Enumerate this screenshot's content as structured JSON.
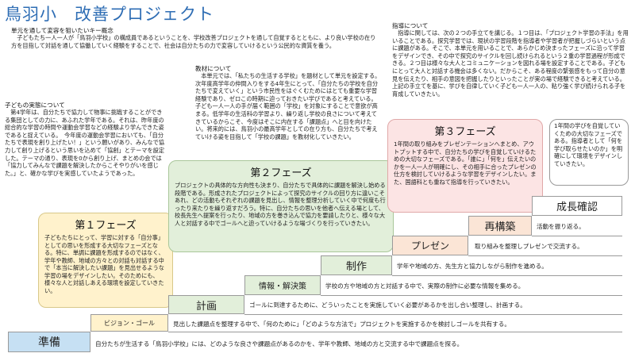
{
  "title": "鳥羽小　改善プロジェクト",
  "concept": {
    "heading": "単元を通して変容を狙いたいキー概念",
    "text": "子どもたち一人一人が「鳥羽小学校」の構成員であるということを、学校改善プロジェクトを通して自覚するとともに、より良い学校の在り方を目指して対話を通して協働していく経験をすることで、社会は自分たちの力で変容していけるという公民的な資質を養う。"
  },
  "children": {
    "heading": "子どもの実態について",
    "text": "第4学年は、自分たちで協力して物事に挑戦することができる集団としての力に、あふれた学年である。それは、昨年度の総合的な学習の時間や運動会学習などの経験より学んできた姿であると捉えている。　今年度の運動会学習においても、「自分たちで表現を創り上げたい！」という願いがあり、みんなで協力して創り上げるという思いを込めて「協創」とテーマを設定した。テーマの通り、表現を0から創り上げ、まとめの会では「協力してみんなで課題を解決したからこそやりがいを感じた。」と、確かな学びを実感していたようであった。"
  },
  "material": {
    "heading": "教材について",
    "text": "本単元では、「私たちの生活する学校」を題材として単元を設定する。次年度高学年の仲間入りをする4年生にとって、「自分たちの学校を自分たちで変えていく」という市民性をはぐくむためにはとても重要な学習経験であり、ゼロこの時期に迫っておきたい学びであると考えている。子ども一人一人の手が届く範囲の「学校」を対象にすることで意欲が高まる。低学年の生活科の学習より、繰り返し学校の良さについて考えてきているからこそ、今度はそこに内在する「課題点」へと目を向けたい。将来的には、鳥羽小の最高学年としての在り方も、自分たちで考えていける姿を目指して「学校の課題」を教材化していきたい。"
  },
  "guidance": {
    "heading": "指導について",
    "text": "指導に関しては、次の２つの手立てを講じる。１つ目は、「プロジェクト学習の手法」を用いることである。探究学習では、現状の学習段階を指導者や学習者が把握しづらいという点に課題がある。そこで、本単元を用いることで、あらかじめ決まったフェーズに沿って学習をデザインでき、その中で探究のサイクルを回し続けられるという２重の学習過程が形成できる。２つ目は様々な大人とコミュニケーションを図れる場を設定することである。子どもにとって大人と対話する機会は多くない。だからこそ、ある程度の緊張感をもって自分の意見を伝えたり、相手の意図を把握したりといったことが実の場で経験できると考えている。上記の手立てを基に、学びを自律していく子ども一人一人の、粘り強く学び続けられる子を育成していきたい。"
  },
  "phase1": {
    "title": "第１フェーズ",
    "text": "子どもたちにとって、学習に対する「自分事」としての思いを形成する大切なフェーズとなる。特に、単調に課題を形成するのではなく、学年や教師、地域の方々との対話も対話する中で「本当に解決したい課題」を見出せるような学習の場をデザインしたい。そのためにも、様々な人と対話しあえる環境を設定していきたい。"
  },
  "phase2": {
    "title": "第２フェーズ",
    "text": "プロジェクトの具体的な方向性も決まり、自分たちで具体的に課題を解決し始める段階である。形成されたプロジェクトによって探究のサイクルの回り方に違いこそあれ、どの活動もそれぞれの課題を見出し、情報を整理分析していく中で何度も行ったり来たりを繰り返すだろう。特に、自分たちの思いを他者へ伝える場として、校長先生へ提案を行ったり、地域の方を巻き込んで協力を要請したりと、様々な大人と対話する中でゴールへと迫っていけるような場づくりを行っていきたい。"
  },
  "phase3": {
    "title": "第３フェーズ",
    "text": "1年間の取り組みをプレゼンテーションへまとめ、アウトプットする中で、自分たちの学びを自覚していけるための大切なフェーズである。「誰に」「何を」伝えたいのかを一人一人が明確にし、その相手に合ったプレゼンの仕方を検討していけるような学習をデザインしたい。また、国語科とも重ねて指導を行っていきたい。"
  },
  "reflection": {
    "text": "1年間の学びを自覚していくための大切なフェーズである。指導者として「何を学び取らせたいのか」を明確にして環境をデザインしていきたい。"
  },
  "steps": {
    "junbi": "準備",
    "vision": "ビジョン・ゴール",
    "keikaku": "計画",
    "joho": "情報・解決策",
    "seisaku": "制作",
    "presen": "プレゼン",
    "saikochiku": "再構築",
    "seicho": "成長確認"
  },
  "descriptions": {
    "junbi": "自分たちが生活する「鳥羽小学校」には、どのような良さや課題点があるのかを、学年や教師、地域の方と交流する中で課題点を探る。",
    "vision": "見出した課題点を整理する中で、「何のために」「どのような方法で」プロジェクトを実施するかを検討しゴールを共有する。",
    "keikaku": "ゴールに到達するために、どういったことを実施していく必要があるかを出し合い整理し、計画する。",
    "joho": "学校の方や地域の方と対話する中で、実際の制作に必要な情報を集める。",
    "seisaku": "学年や地域の方、先生方と協力しながら制作を進める。",
    "presen": "取り組みを整理しプレゼンで交流する。",
    "saikochiku": "活動を振り返る。"
  },
  "colors": {
    "title": "#2e6db4",
    "phase1_bg": "#fff2cc",
    "phase2_bg": "#e2efda",
    "phase3_bg": "#fce4e4",
    "junbi_bg": "#c6e0f3",
    "vision_bg": "#fff2cc",
    "keikaku_bg": "#e2efda",
    "joho_bg": "#e2efda",
    "seisaku_bg": "#e2efda",
    "presen_bg": "#fbe5d6",
    "saikochiku_bg": "#fbe5d6",
    "seicho_bg": "#ffffff"
  }
}
